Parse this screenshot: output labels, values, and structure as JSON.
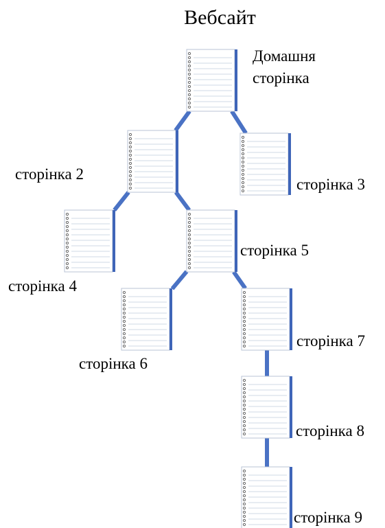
{
  "title": "Вебсайт",
  "colors": {
    "connector": "#4a72c4",
    "notebook_cover": "#3f65b8",
    "page_lines": "#cfd8e6"
  },
  "icon": "spiral-notebook-icon",
  "nodes": [
    {
      "id": "home",
      "label_lines": [
        "Домашня",
        "сторінка"
      ]
    },
    {
      "id": "p2",
      "label": "сторінка 2"
    },
    {
      "id": "p3",
      "label": "сторінка 3"
    },
    {
      "id": "p4",
      "label": "сторінка 4"
    },
    {
      "id": "p5",
      "label": "сторінка 5"
    },
    {
      "id": "p6",
      "label": "сторінка 6"
    },
    {
      "id": "p7",
      "label": "сторінка 7"
    },
    {
      "id": "p8",
      "label": "сторінка 8"
    },
    {
      "id": "p9",
      "label": "сторінка 9"
    }
  ],
  "edges": [
    {
      "from": "home",
      "to": "p2"
    },
    {
      "from": "home",
      "to": "p3"
    },
    {
      "from": "p2",
      "to": "p4"
    },
    {
      "from": "p2",
      "to": "p5"
    },
    {
      "from": "p5",
      "to": "p6"
    },
    {
      "from": "p5",
      "to": "p7"
    },
    {
      "from": "p7",
      "to": "p8"
    },
    {
      "from": "p8",
      "to": "p9"
    }
  ]
}
